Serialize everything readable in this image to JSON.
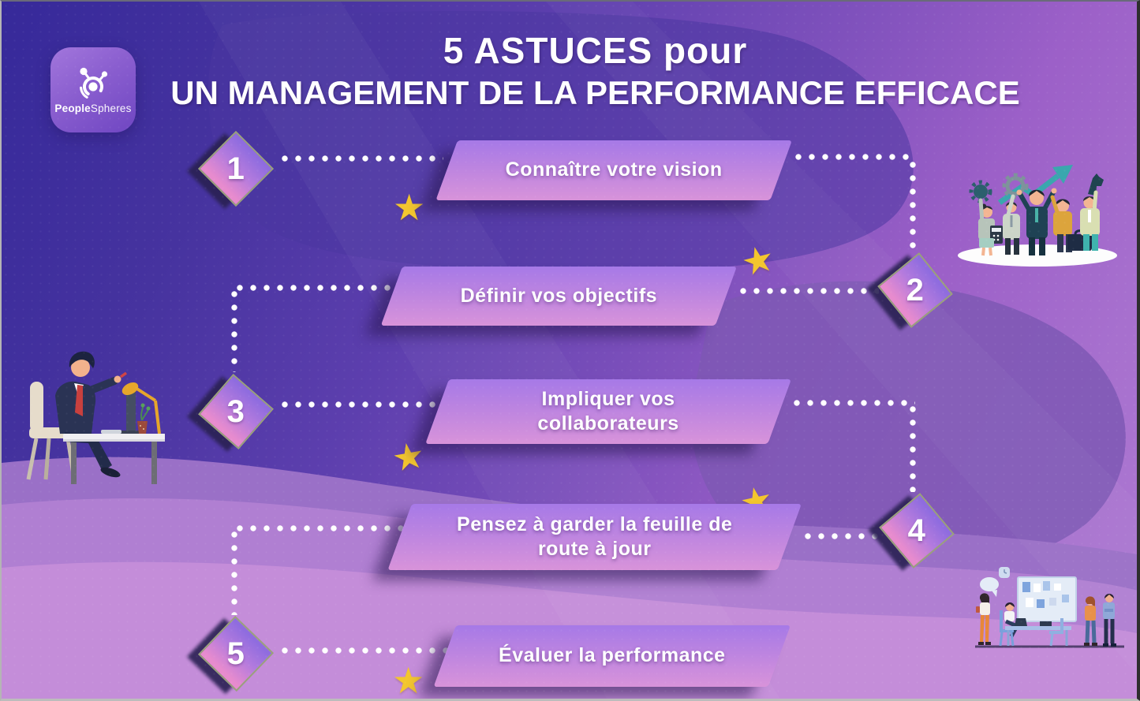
{
  "title": {
    "line1": "5 ASTUCES pour",
    "line2": "UN MANAGEMENT DE LA PERFORMANCE EFFICACE"
  },
  "logo": {
    "text_bold": "People",
    "text_light": "Spheres",
    "icon": "peoplespheres-orbit-icon"
  },
  "steps": [
    {
      "number": "1",
      "label": "Connaître votre vision"
    },
    {
      "number": "2",
      "label": "Définir vos objectifs"
    },
    {
      "number": "3",
      "label": "Impliquer vos collaborateurs"
    },
    {
      "number": "4",
      "label": "Pensez à garder la feuille de route à jour"
    },
    {
      "number": "5",
      "label": "Évaluer la performance"
    }
  ],
  "decor": {
    "star_glyph": "★",
    "star_count": 5
  },
  "illustrations": {
    "top_right": "team-celebration-gears-growth-arrow",
    "left": "man-working-at-desk",
    "bottom_right": "team-meeting-whiteboard"
  },
  "colors": {
    "bg_top_left": "#36299a",
    "bg_right": "#9c60c8",
    "bg_bottom": "#c48dd9",
    "banner_top": "#a679e7",
    "banner_bottom": "#d893da",
    "diamond_pink": "#e78bce",
    "diamond_purple": "#8f6cdf",
    "star": "#f3c62e",
    "dots": "#ffffff"
  }
}
